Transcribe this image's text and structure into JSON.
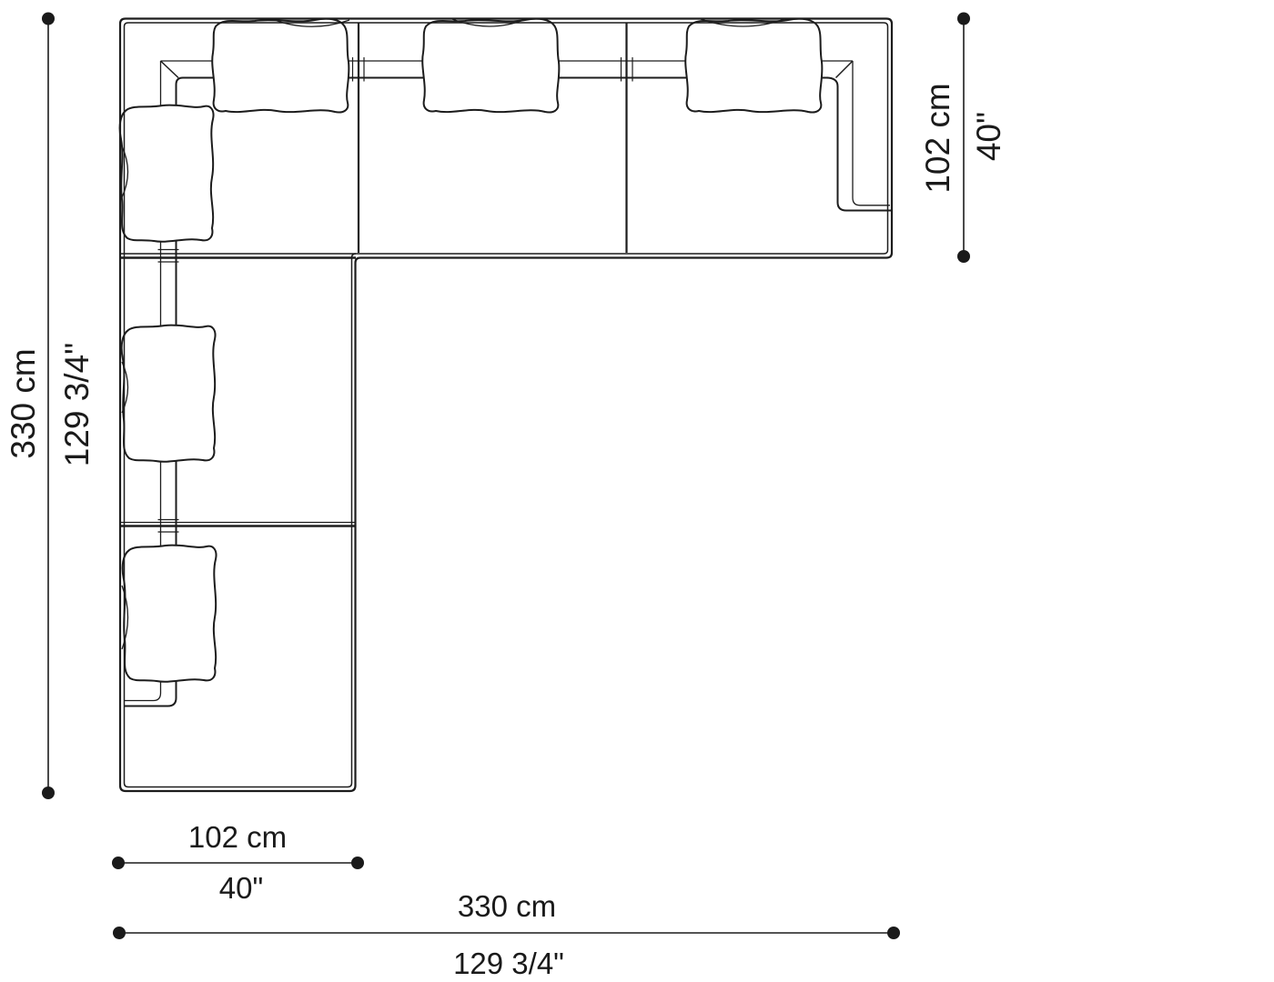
{
  "page": {
    "background": "#ffffff",
    "line_color": "#1c1c1c"
  },
  "dims": {
    "left": {
      "cm": "330 cm",
      "inch": "129 3/4\""
    },
    "right": {
      "cm": "102 cm",
      "inch": "40\""
    },
    "bottom_left": {
      "cm": "102 cm",
      "inch": "40\""
    },
    "bottom_overall": {
      "cm": "330 cm",
      "inch": "129 3/4\""
    }
  }
}
